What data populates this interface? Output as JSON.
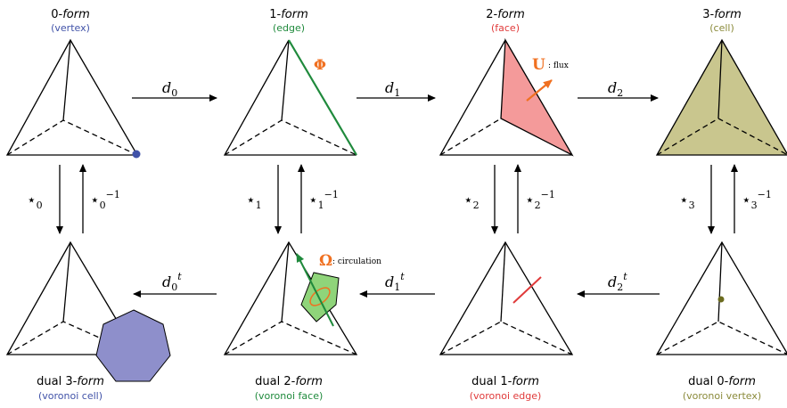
{
  "colors": {
    "vertex": "#4052a8",
    "edge": "#1f8a3c",
    "face_text": "#e03a3a",
    "face_fill": "#f49a9a",
    "cell_text": "#8a8a3a",
    "cell_fill": "#c9c68e",
    "accent": "#f07020",
    "voronoi_cell_fill": "#8e8fcb",
    "voronoi_face_fill": "#8fd47a",
    "voronoi_vertex": "#6b6b1e",
    "line": "#000000"
  },
  "top_row": [
    {
      "title_num": "0-",
      "title_word": "form",
      "subtitle": "(vertex)"
    },
    {
      "title_num": "1-",
      "title_word": "form",
      "subtitle": "(edge)"
    },
    {
      "title_num": "2-",
      "title_word": "form",
      "subtitle": "(face)"
    },
    {
      "title_num": "3-",
      "title_word": "form",
      "subtitle": "(cell)"
    }
  ],
  "bottom_row": [
    {
      "title_prefix": "dual 3-",
      "title_word": "form",
      "subtitle": "(voronoi cell)"
    },
    {
      "title_prefix": "dual 2-",
      "title_word": "form",
      "subtitle": "(voronoi face)"
    },
    {
      "title_prefix": "dual 1-",
      "title_word": "form",
      "subtitle": "(voronoi edge)"
    },
    {
      "title_prefix": "dual 0-",
      "title_word": "form",
      "subtitle": "(voronoi vertex)"
    }
  ],
  "operators": {
    "d": [
      {
        "base": "d",
        "sub": "0"
      },
      {
        "base": "d",
        "sub": "1"
      },
      {
        "base": "d",
        "sub": "2"
      }
    ],
    "dt": [
      {
        "base": "d",
        "sub": "0",
        "sup": "t"
      },
      {
        "base": "d",
        "sub": "1",
        "sup": "t"
      },
      {
        "base": "d",
        "sub": "2",
        "sup": "t"
      }
    ],
    "star": [
      {
        "base": "⋆",
        "sub": "0"
      },
      {
        "base": "⋆",
        "sub": "1"
      },
      {
        "base": "⋆",
        "sub": "2"
      },
      {
        "base": "⋆",
        "sub": "3"
      }
    ],
    "star_inv": [
      {
        "base": "⋆",
        "sub": "0",
        "sup": "−1"
      },
      {
        "base": "⋆",
        "sub": "1",
        "sup": "−1"
      },
      {
        "base": "⋆",
        "sub": "2",
        "sup": "−1"
      },
      {
        "base": "⋆",
        "sub": "3",
        "sup": "−1"
      }
    ]
  },
  "annotations": {
    "phi": "Φ",
    "u_symbol": "U",
    "u_label": ": flux",
    "omega_symbol": "Ω",
    "omega_label": ": circulation"
  }
}
